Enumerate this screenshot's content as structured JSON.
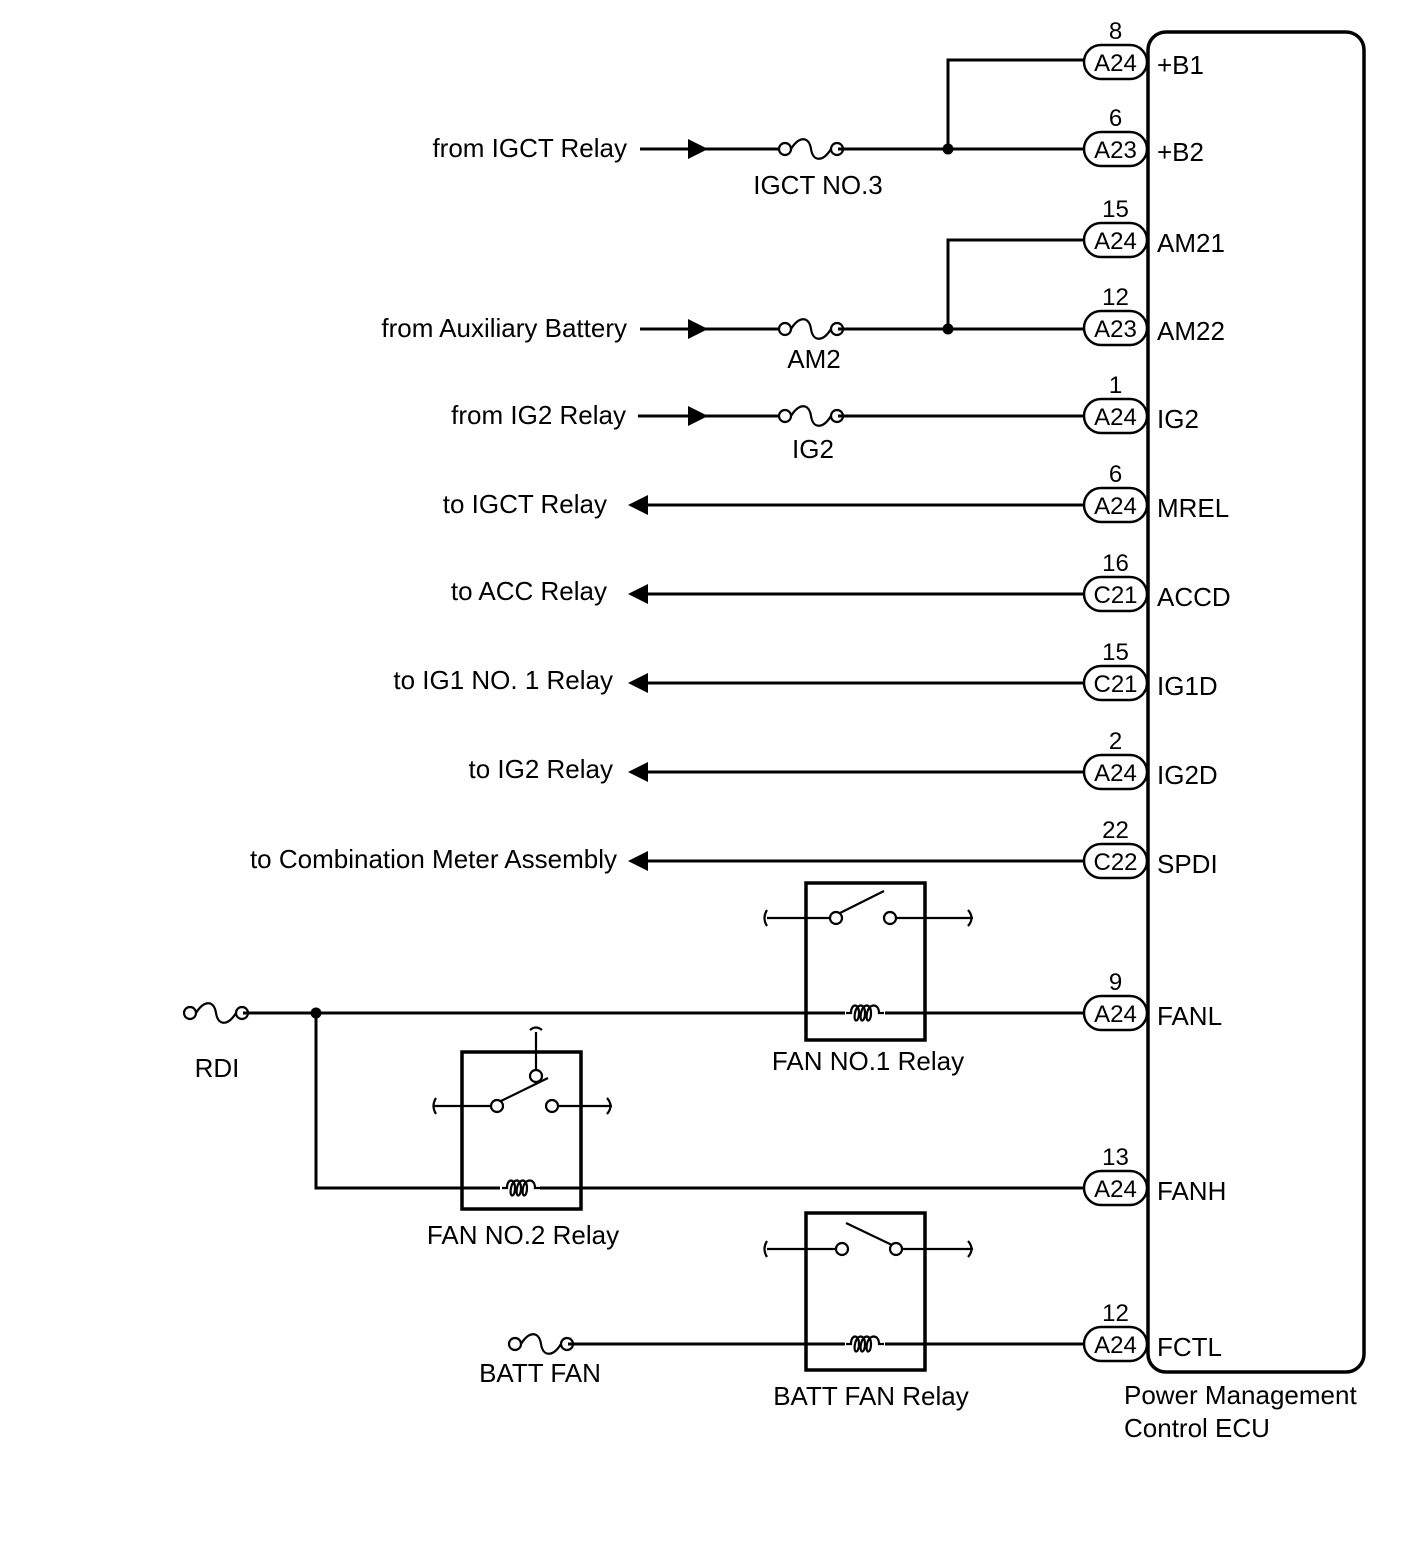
{
  "ecu": {
    "name_line1": "Power Management",
    "name_line2": "Control ECU"
  },
  "terminals": [
    {
      "pin": "8",
      "connector": "A24",
      "name": "+B1"
    },
    {
      "pin": "6",
      "connector": "A23",
      "name": "+B2"
    },
    {
      "pin": "15",
      "connector": "A24",
      "name": "AM21"
    },
    {
      "pin": "12",
      "connector": "A23",
      "name": "AM22"
    },
    {
      "pin": "1",
      "connector": "A24",
      "name": "IG2"
    },
    {
      "pin": "6",
      "connector": "A24",
      "name": "MREL"
    },
    {
      "pin": "16",
      "connector": "C21",
      "name": "ACCD"
    },
    {
      "pin": "15",
      "connector": "C21",
      "name": "IG1D"
    },
    {
      "pin": "2",
      "connector": "A24",
      "name": "IG2D"
    },
    {
      "pin": "22",
      "connector": "C22",
      "name": "SPDI"
    },
    {
      "pin": "9",
      "connector": "A24",
      "name": "FANL"
    },
    {
      "pin": "13",
      "connector": "A24",
      "name": "FANH"
    },
    {
      "pin": "12",
      "connector": "A24",
      "name": "FCTL"
    }
  ],
  "sources": {
    "igct": "from IGCT Relay",
    "aux_battery": "from Auxiliary Battery",
    "ig2": "from IG2 Relay"
  },
  "outputs": {
    "igct": "to IGCT Relay",
    "acc": "to ACC Relay",
    "ig1": "to IG1 NO. 1 Relay",
    "ig2": "to IG2 Relay",
    "meter": "to Combination Meter Assembly"
  },
  "fuses": {
    "igct_no3": "IGCT NO.3",
    "am2": "AM2",
    "ig2": "IG2",
    "rdi": "RDI",
    "batt_fan": "BATT FAN"
  },
  "relays": {
    "fan1": "FAN NO.1 Relay",
    "fan2": "FAN NO.2 Relay",
    "batt_fan": "BATT FAN Relay"
  }
}
